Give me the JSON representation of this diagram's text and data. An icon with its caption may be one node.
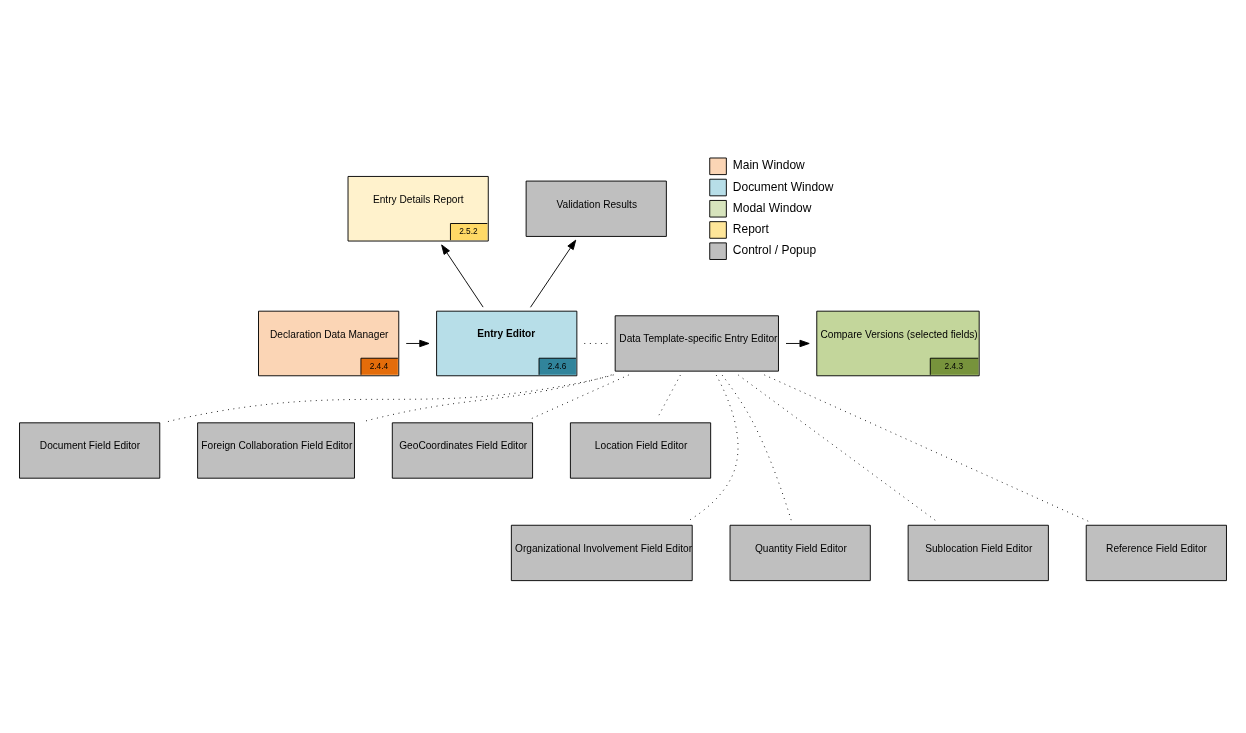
{
  "diagram": {
    "nodes": [
      {
        "text": [
          "Entry Details Report",
          "2.5.2"
        ]
      },
      {
        "text": [
          "Validation Results"
        ]
      },
      {
        "text": [
          "Declaration Data Manager",
          "2.4.4"
        ]
      },
      {
        "text": [
          "Entry Editor",
          "2.4.6"
        ]
      },
      {
        "text": [
          "Data Template-specific Entry Editor"
        ]
      },
      {
        "text": [
          "Compare Versions (selected fields)",
          "2.4.3"
        ]
      },
      {
        "text": [
          "Document Field Editor"
        ]
      },
      {
        "text": [
          "Foreign Collaboration Field Editor"
        ]
      },
      {
        "text": [
          "GeoCoordinates Field Editor"
        ]
      },
      {
        "text": [
          "Location Field Editor"
        ]
      },
      {
        "text": [
          "Organizational Involvement Field Editor"
        ]
      },
      {
        "text": [
          "Quantity Field Editor"
        ]
      },
      {
        "text": [
          "Sublocation Field Editor"
        ]
      },
      {
        "text": [
          "Reference Field Editor"
        ]
      }
    ],
    "edges": [
      {
        "from": 3,
        "to": 0,
        "arrow": "to"
      },
      {
        "from": 3,
        "to": 1,
        "arrow": "to"
      },
      {
        "from": 2,
        "to": 3,
        "arrow": "to"
      },
      {
        "from": 3,
        "to": 4,
        "arrow": "none",
        "style": "dashed"
      },
      {
        "from": 4,
        "to": 5,
        "arrow": "to"
      },
      {
        "from": 4,
        "to": 6,
        "arrow": "none",
        "style": "dashed"
      },
      {
        "from": 4,
        "to": 10,
        "arrow": "none",
        "style": "dashed"
      },
      {
        "from": 4,
        "to": 7,
        "arrow": "none",
        "style": "dashed"
      },
      {
        "from": 4,
        "to": 11,
        "arrow": "none",
        "style": "dashed"
      },
      {
        "from": 4,
        "to": 8,
        "arrow": "none",
        "style": "dashed"
      },
      {
        "from": 4,
        "to": 12,
        "arrow": "none",
        "style": "dashed"
      },
      {
        "from": 4,
        "to": 9,
        "arrow": "none",
        "style": "dashed"
      },
      {
        "from": 4,
        "to": 13,
        "arrow": "none",
        "style": "dashed"
      }
    ],
    "legend": [
      {
        "text": "Main Window",
        "color": "#fbd5b5"
      },
      {
        "text": "Document Window",
        "color": "#b7dee8"
      },
      {
        "text": "Modal Window",
        "color": "#d7e4bd"
      },
      {
        "text": "Report",
        "color": "#ffe699"
      },
      {
        "text": "Control / Popup",
        "color": "#bfbfbf"
      }
    ]
  }
}
